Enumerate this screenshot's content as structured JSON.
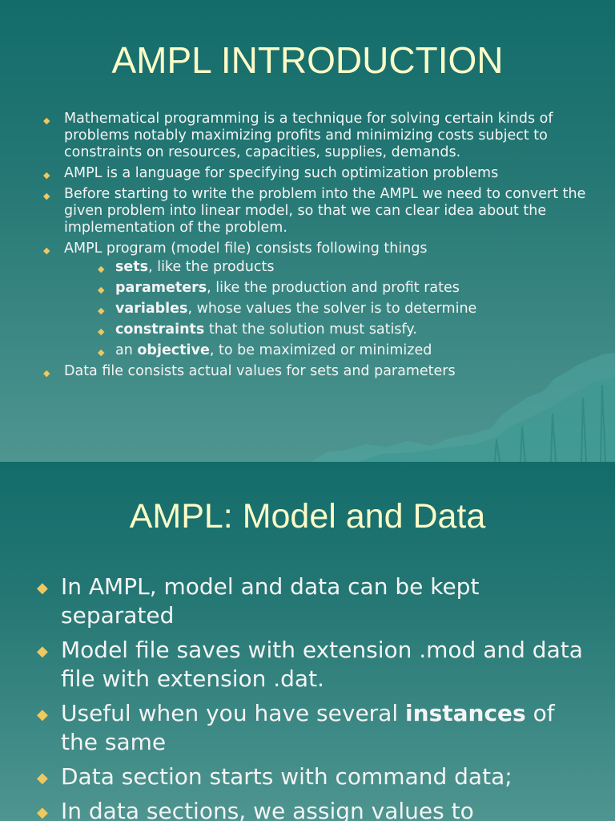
{
  "slide1": {
    "title": "AMPL INTRODUCTION",
    "bullets": [
      "Mathematical programming is a technique for solving certain kinds of problems  notably maximizing profits and minimizing costs subject to constraints on resources, capacities, supplies, demands.",
      "AMPL is a language for specifying such optimization problems",
      "Before starting to write the problem into the AMPL we need to convert the given problem into linear model, so that we can clear idea about the implementation of the problem.",
      "AMPL program (model file) consists  following things"
    ],
    "subbullets": [
      {
        "bold": "sets",
        "rest": ", like the products",
        "prefix": ""
      },
      {
        "bold": "parameters",
        "rest": ", like the production and profit rates",
        "prefix": ""
      },
      {
        "bold": "variables",
        "rest": ", whose values the solver is to determine",
        "prefix": ""
      },
      {
        "bold": "constraints",
        "rest": " that the solution must satisfy.",
        "prefix": ""
      },
      {
        "bold": "objective",
        "rest": ", to be maximized or minimized",
        "prefix": "an "
      }
    ],
    "last_bullet": "Data file consists actual values for sets and parameters"
  },
  "slide2": {
    "title": "AMPL: Model and Data",
    "bullets": [
      {
        "text": "In AMPL, model and data can be kept separated"
      },
      {
        "text": "Model file saves with extension .mod and data file with extension .dat."
      },
      {
        "pre": "Useful when you have several ",
        "bold": "instances",
        "post": " of the same"
      },
      {
        "text": "Data section starts with command data;"
      },
      {
        "text": "In data sections, we assign values to"
      }
    ]
  },
  "colors": {
    "title": "#fbfbc8",
    "bullet": "#f0c860",
    "text": "#f4f4f4"
  }
}
